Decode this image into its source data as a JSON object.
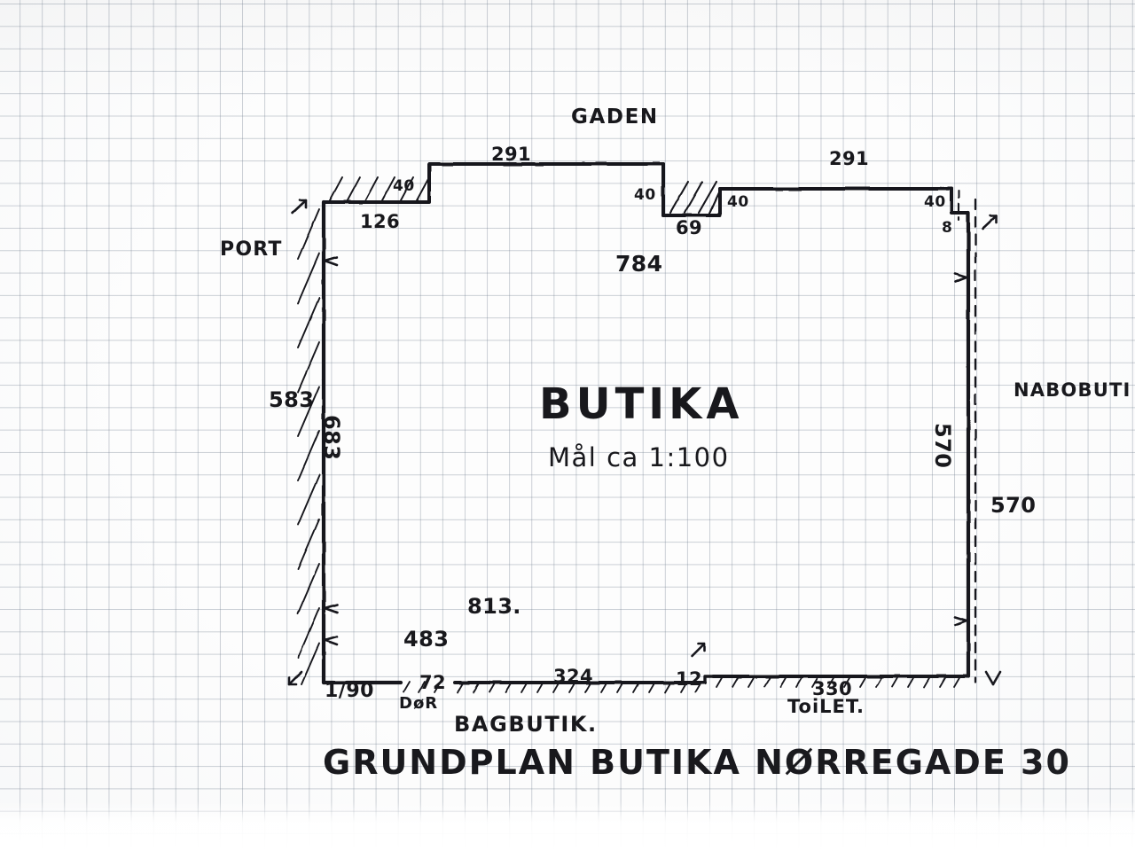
{
  "document": {
    "type": "hand-drawn floor plan on graph paper",
    "title": "GRUNDPLAN BUTIKA NØRREGADE 30",
    "scale_note": "Mål ca 1:100",
    "room_label": "BUTIKA"
  },
  "labels": {
    "street_top": "GADEN",
    "gate_left": "PORT",
    "neighbour_right": "NABOBUTI",
    "back_shop": "BAGBUTIK.",
    "toilet": "ToiLET.",
    "door": "DøR"
  },
  "dimensions": {
    "top_left_wall": "126",
    "top_left_thickness": "40",
    "top_first_run": "291",
    "top_mid_thickness": "40",
    "top_notch": "69",
    "top_right_thickness_left": "40",
    "top_second_run": "291",
    "top_right_thickness": "40",
    "top_right_offset": "8",
    "interior_width_top": "784",
    "left_outer": "583",
    "left_inner": "683",
    "right_inner": "570",
    "right_outer": "570",
    "interior_width_bottom": "813.",
    "bottom_left_inner": "483",
    "bottom_door_note": "1/90",
    "bottom_door_width": "72",
    "bottom_back_shop": "324",
    "bottom_gap": "12",
    "bottom_toilet": "330"
  },
  "colors": {
    "ink": "#18181c",
    "grid": "#7884948f",
    "paper": "#fdfdfd"
  }
}
